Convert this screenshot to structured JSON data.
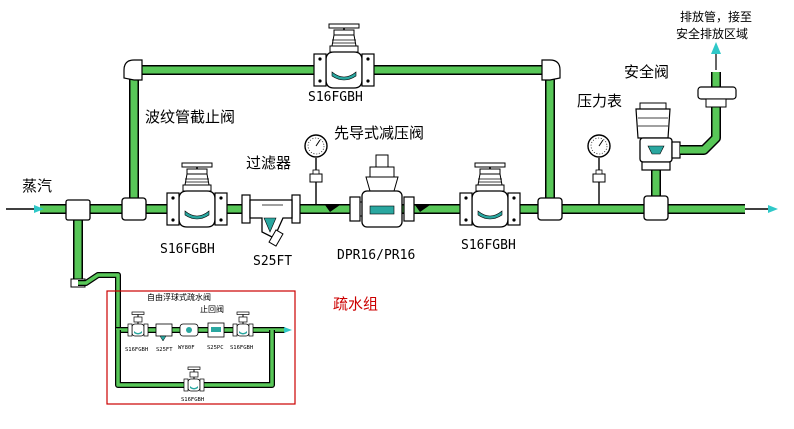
{
  "labels": {
    "steam": "蒸汽",
    "bellows_valve": "波纹管截止阀",
    "filter": "过滤器",
    "pilot_prv": "先导式减压阀",
    "pressure_gauge": "压力表",
    "safety_valve": "安全阀",
    "discharge_note_line1": "排放管，接至",
    "discharge_note_line2": "安全排放区域",
    "drain_group": "疏水组"
  },
  "models": {
    "bypass_valve": "S16FGBH",
    "inlet_valve": "S16FGBH",
    "strainer": "S25FT",
    "prv": "DPR16/PR16",
    "outlet_valve": "S16FGBH"
  },
  "drain_group": {
    "trap_label": "自由浮球式疏水阀",
    "check_label": "止回阀",
    "items": [
      "S16FGBH",
      "S25FT",
      "WY80F",
      "S25PC",
      "S16FGBH"
    ],
    "bypass_valve": "S16FGBH"
  },
  "colors": {
    "pipe_fill": "#58c758",
    "flow_arrow": "#2fc8c8",
    "drain_frame": "#cc0000",
    "valve_accent": "#2aa7a0"
  }
}
